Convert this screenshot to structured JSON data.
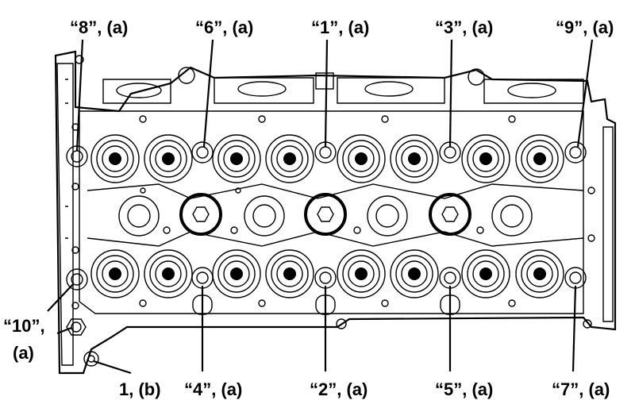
{
  "diagram": {
    "labels": {
      "bolt_8": "“8”, (a)",
      "bolt_6": "“6”, (a)",
      "bolt_1": "“1”, (a)",
      "bolt_3": "“3”, (a)",
      "bolt_9": "“9”, (a)",
      "bolt_10_line1": "“10”,",
      "bolt_10_line2": "(a)",
      "bolt_b1": "1, (b)",
      "bolt_4": "“4”, (a)",
      "bolt_2": "“2”, (a)",
      "bolt_5": "“5”, (a)",
      "bolt_7": "“7”, (a)"
    }
  }
}
